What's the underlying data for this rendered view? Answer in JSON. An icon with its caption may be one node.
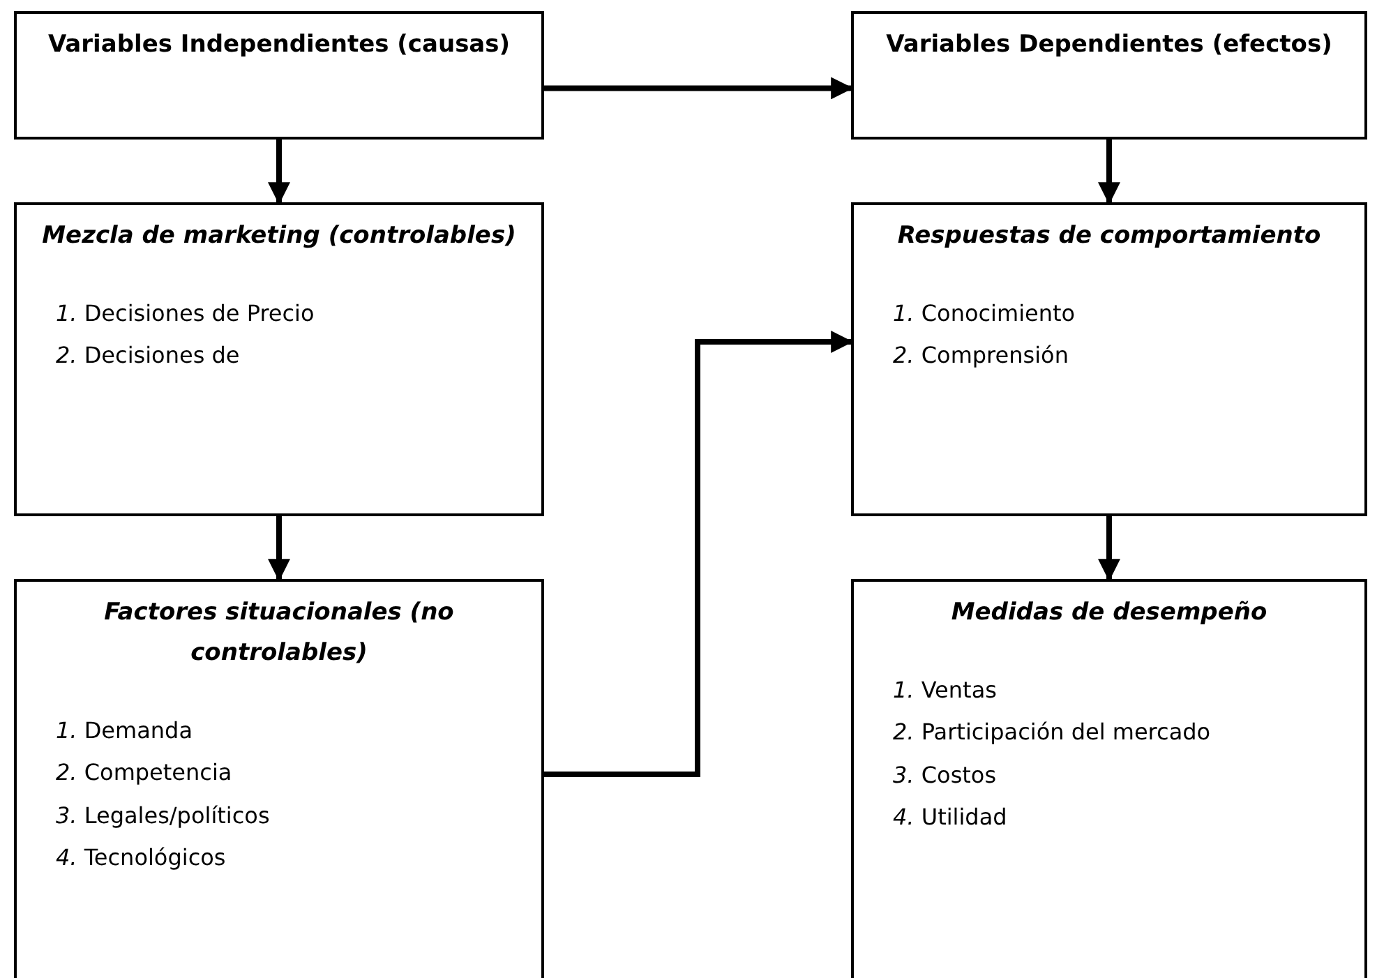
{
  "diagram": {
    "nodes": [
      {
        "text": [
          "Variables Independientes (causas)"
        ]
      },
      {
        "text": [
          "Variables Dependientes (efectos)"
        ]
      },
      {
        "text": [
          "Mezcla de marketing (controlables)",
          "*1.* Decisiones de Precio",
          "*2.* Decisiones de"
        ]
      },
      {
        "text": [
          "Respuestas de comportamiento",
          "*1.* Conocimiento",
          "*2.* Comprensión"
        ]
      },
      {
        "text": [
          "Factores situacionales (no controlables)",
          "*1.* Demanda",
          "*2.* Competencia",
          "*3.* Legales/políticos",
          "*4.* Tecnológicos"
        ]
      },
      {
        "text": [
          "Medidas de desempeño",
          "*1.* Ventas",
          "*2.* Participación del mercado",
          "*3.* Costos",
          "*4.* Utilidad"
        ]
      }
    ],
    "edges": [
      {
        "from": 0,
        "to": 1,
        "arrow": "to"
      },
      {
        "from": 0,
        "to": 2,
        "arrow": "to"
      },
      {
        "from": 1,
        "to": 3,
        "arrow": "to"
      },
      {
        "from": 2,
        "to": 4,
        "arrow": "to"
      },
      {
        "from": 4,
        "to": 3,
        "arrow": "to"
      },
      {
        "from": 3,
        "to": 5,
        "arrow": "to"
      }
    ]
  }
}
